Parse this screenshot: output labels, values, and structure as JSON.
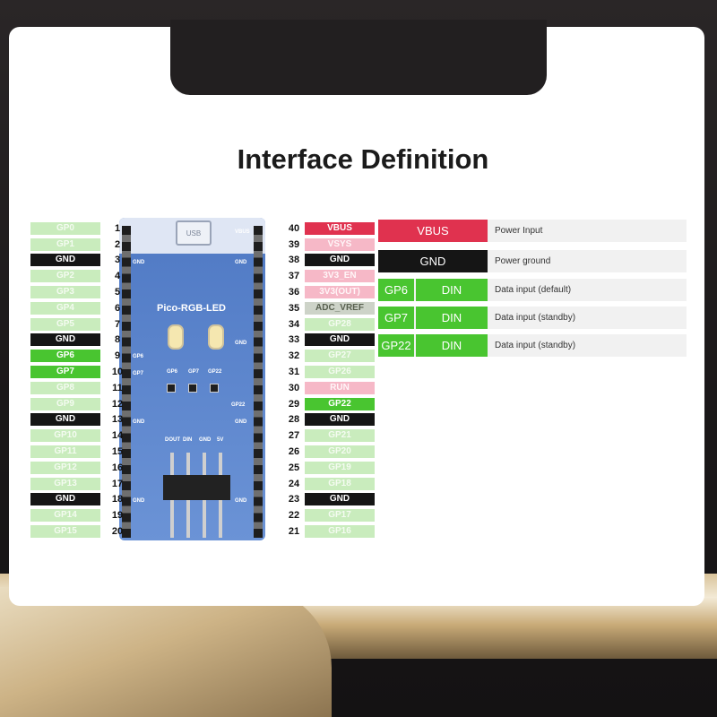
{
  "title": "Interface Definition",
  "board": {
    "name": "Pico-RGB-LED",
    "usb_label": "USB",
    "left_silk": [
      "GND",
      "GP6",
      "GP7",
      "GND",
      "GND"
    ],
    "right_silk": [
      "VBUS",
      "GND",
      "GND",
      "GP22",
      "GND",
      "GND"
    ],
    "led_labels": [
      "GP6",
      "GP7",
      "GP22"
    ],
    "connector_labels": [
      "DOUT",
      "DIN",
      "GND",
      "5V"
    ]
  },
  "left_pins": [
    {
      "label": "GP0",
      "num": "1",
      "color": "lg"
    },
    {
      "label": "GP1",
      "num": "2",
      "color": "lg"
    },
    {
      "label": "GND",
      "num": "3",
      "color": "black"
    },
    {
      "label": "GP2",
      "num": "4",
      "color": "lg"
    },
    {
      "label": "GP3",
      "num": "5",
      "color": "lg"
    },
    {
      "label": "GP4",
      "num": "6",
      "color": "lg"
    },
    {
      "label": "GP5",
      "num": "7",
      "color": "lg"
    },
    {
      "label": "GND",
      "num": "8",
      "color": "black"
    },
    {
      "label": "GP6",
      "num": "9",
      "color": "green"
    },
    {
      "label": "GP7",
      "num": "10",
      "color": "green"
    },
    {
      "label": "GP8",
      "num": "11",
      "color": "lg"
    },
    {
      "label": "GP9",
      "num": "12",
      "color": "lg"
    },
    {
      "label": "GND",
      "num": "13",
      "color": "black"
    },
    {
      "label": "GP10",
      "num": "14",
      "color": "lg"
    },
    {
      "label": "GP11",
      "num": "15",
      "color": "lg"
    },
    {
      "label": "GP12",
      "num": "16",
      "color": "lg"
    },
    {
      "label": "GP13",
      "num": "17",
      "color": "lg"
    },
    {
      "label": "GND",
      "num": "18",
      "color": "black"
    },
    {
      "label": "GP14",
      "num": "19",
      "color": "lg"
    },
    {
      "label": "GP15",
      "num": "20",
      "color": "lg"
    }
  ],
  "right_pins": [
    {
      "label": "VBUS",
      "num": "40",
      "color": "red"
    },
    {
      "label": "VSYS",
      "num": "39",
      "color": "pink"
    },
    {
      "label": "GND",
      "num": "38",
      "color": "black"
    },
    {
      "label": "3V3_EN",
      "num": "37",
      "color": "pink"
    },
    {
      "label": "3V3(OUT)",
      "num": "36",
      "color": "pink"
    },
    {
      "label": "ADC_VREF",
      "num": "35",
      "color": "grey"
    },
    {
      "label": "GP28",
      "num": "34",
      "color": "lg"
    },
    {
      "label": "GND",
      "num": "33",
      "color": "black"
    },
    {
      "label": "GP27",
      "num": "32",
      "color": "lg"
    },
    {
      "label": "GP26",
      "num": "31",
      "color": "lg"
    },
    {
      "label": "RUN",
      "num": "30",
      "color": "pink"
    },
    {
      "label": "GP22",
      "num": "29",
      "color": "green"
    },
    {
      "label": "GND",
      "num": "28",
      "color": "black"
    },
    {
      "label": "GP21",
      "num": "27",
      "color": "lg"
    },
    {
      "label": "GP20",
      "num": "26",
      "color": "lg"
    },
    {
      "label": "GP19",
      "num": "25",
      "color": "lg"
    },
    {
      "label": "GP18",
      "num": "24",
      "color": "lg"
    },
    {
      "label": "GND",
      "num": "23",
      "color": "black"
    },
    {
      "label": "GP17",
      "num": "22",
      "color": "lg"
    },
    {
      "label": "GP16",
      "num": "21",
      "color": "lg"
    }
  ],
  "legend": [
    {
      "pin": "VBUS",
      "func": "",
      "desc": "Power Input",
      "color": "red"
    },
    {
      "pin": "GND",
      "func": "",
      "desc": "Power ground",
      "color": "black"
    },
    {
      "pin": "GP6",
      "func": "DIN",
      "desc": "Data input (default)",
      "color": "green"
    },
    {
      "pin": "GP7",
      "func": "DIN",
      "desc": "Data input (standby)",
      "color": "green"
    },
    {
      "pin": "GP22",
      "func": "DIN",
      "desc": "Data input (standby)",
      "color": "green"
    }
  ],
  "colors": {
    "lg": "#c9ecbd",
    "black": "#151515",
    "green": "#49c530",
    "red": "#e0324f",
    "pink": "#f6b8c7",
    "grey": "#cdd3c8"
  }
}
